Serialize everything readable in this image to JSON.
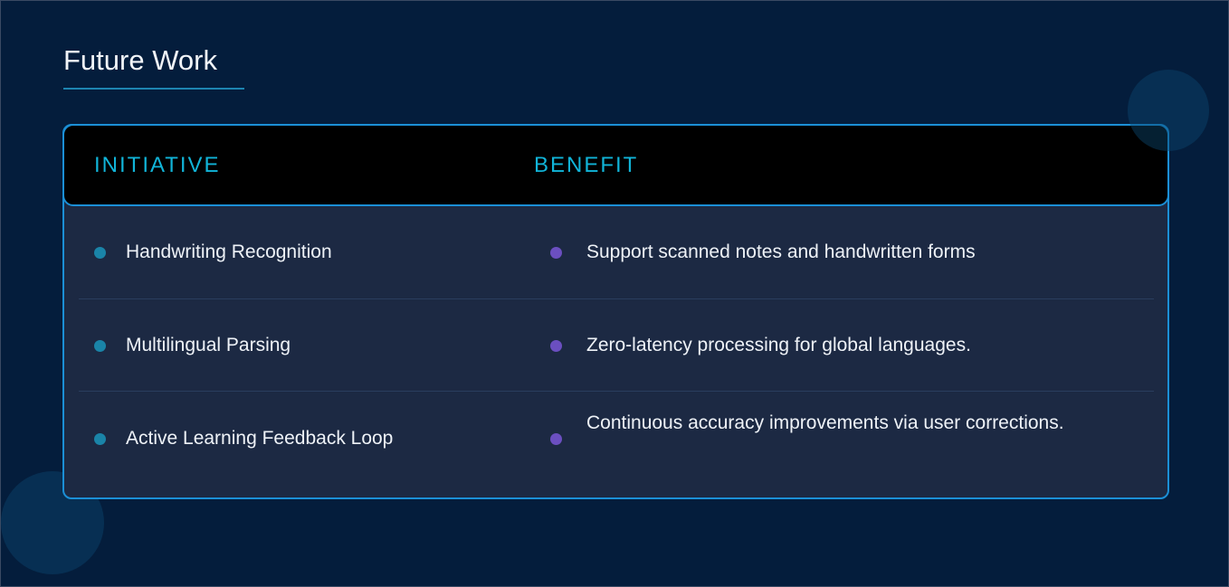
{
  "title": "Future Work",
  "table": {
    "headers": [
      "INITIATIVE",
      "BENEFIT"
    ],
    "rows": [
      {
        "initiative": "Handwriting Recognition",
        "benefit": "Support scanned notes and handwritten forms"
      },
      {
        "initiative": "Multilingual Parsing",
        "benefit": "Zero-latency processing for global languages."
      },
      {
        "initiative": "Active Learning Feedback Loop",
        "benefit": "Continuous accuracy improvements via user corrections."
      }
    ]
  },
  "colors": {
    "background": "#041d3c",
    "accent": "#11b4d8",
    "border": "#1b8fd6",
    "bullet_initiative": "#1a84a8",
    "bullet_benefit": "#6b4fc0"
  }
}
